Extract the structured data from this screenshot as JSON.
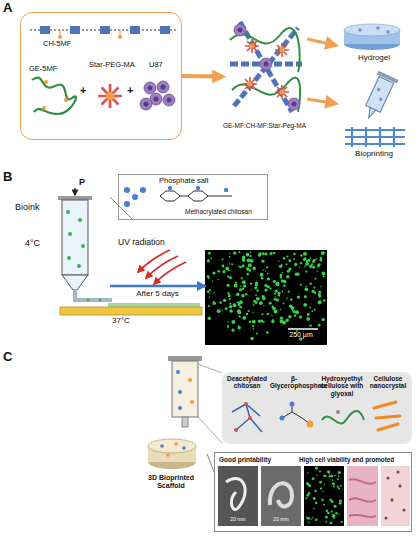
{
  "diagram": {
    "nodes": [
      {
        "text": [
          "CH-5MF",
          "GE-5MF",
          "Star-PEG-MA",
          "U87"
        ]
      },
      {
        "text": [
          "GE-MF:CH-MF:Star-Peg-MA"
        ]
      },
      {
        "text": [
          "Hydrogel"
        ]
      },
      {
        "text": [
          "Bioprinting"
        ]
      },
      {
        "text": [
          "P",
          "Bioink",
          "4°C"
        ]
      },
      {
        "text": [
          "Phosphate salt",
          "Methacrylated chitosan"
        ]
      },
      {
        "text": [
          "250 µm"
        ]
      },
      {
        "text": [
          "Deacetylated chitosan",
          "β-Glycerophosphate",
          "Hydroxyethyl cellulose with glyoxal",
          "Cellulose nanocrystal"
        ]
      },
      {
        "text": [
          "3D Bioprinted Scaffold"
        ]
      },
      {
        "text": [
          "Good printability",
          "High cell viability and promoted"
        ]
      }
    ],
    "edges": [
      {
        "from": 0,
        "to": 1,
        "arrow": "to"
      },
      {
        "from": 1,
        "to": 2,
        "arrow": "to"
      },
      {
        "from": 1,
        "to": 3,
        "arrow": "to"
      },
      {
        "from": 4,
        "to": 5,
        "arrow": "none"
      },
      {
        "from": 4,
        "to": 6,
        "label": "After 5 days",
        "arrow": "to"
      },
      {
        "from": 8,
        "to": 9,
        "arrow": "none"
      }
    ],
    "labels": [
      "A",
      "B",
      "C",
      "+",
      "+",
      "UV radiation",
      "37°C",
      "20 mm",
      "20 mm"
    ]
  }
}
